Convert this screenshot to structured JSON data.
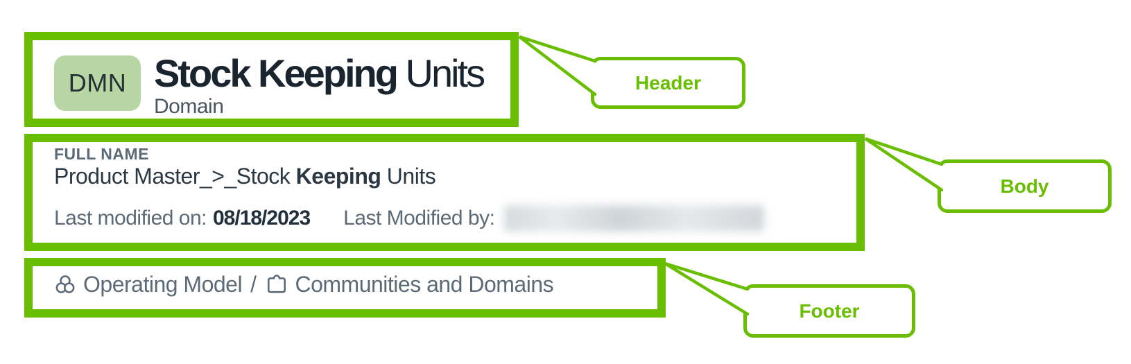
{
  "colors": {
    "annotation_green": "#69be02",
    "badge_background": "#b7d6a4",
    "title_text": "#19242e",
    "muted_text": "#5b6a76",
    "value_text": "#2b3844"
  },
  "header": {
    "badge": "DMN",
    "title_bold": "Stock Keeping",
    "title_regular": " Units",
    "subtitle": "Domain"
  },
  "body": {
    "full_name_label": "FULL NAME",
    "full_name_pre": "Product Master_>_Stock ",
    "full_name_bold": "Keeping",
    "full_name_post": " Units",
    "modified_on_label": "Last modified on:",
    "modified_on_date": "08/18/2023",
    "modified_by_label": "Last Modified by:"
  },
  "footer": {
    "breadcrumb_1": "Operating Model",
    "separator": "/",
    "breadcrumb_2": "Communities and Domains",
    "icon_1": "operating-model-icon",
    "icon_2": "communities-domains-icon"
  },
  "annotations": {
    "header_label": "Header",
    "body_label": "Body",
    "footer_label": "Footer"
  }
}
